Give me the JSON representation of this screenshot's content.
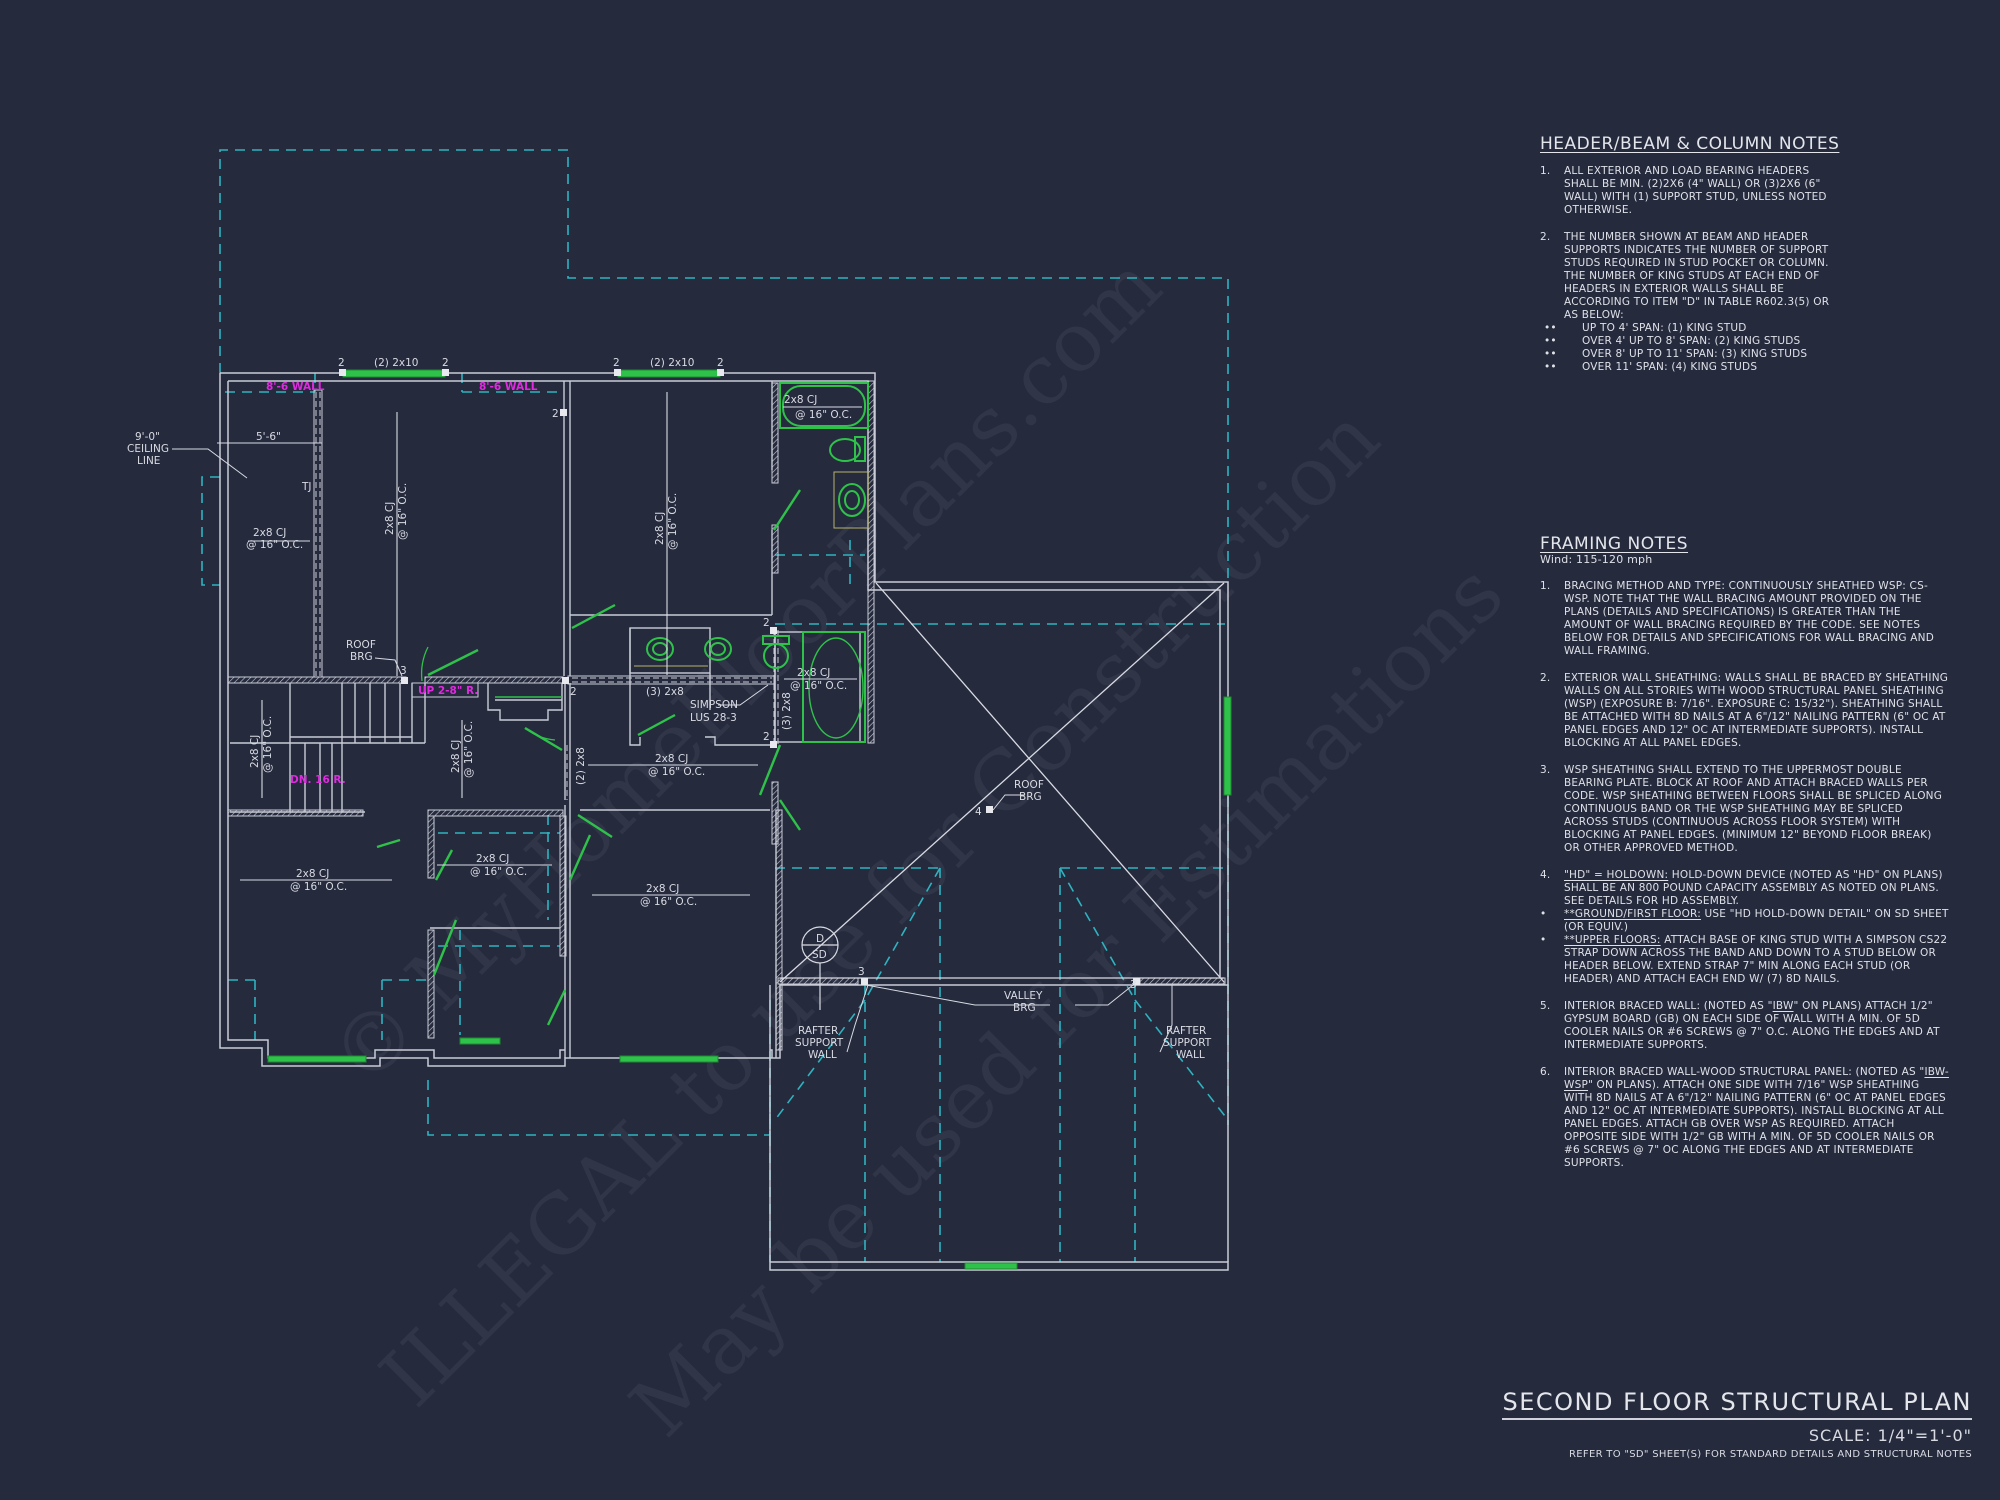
{
  "colors": {
    "background": "#252a3d",
    "wall": "#c9ccd6",
    "dashed_outline": "#2fb3c0",
    "window_door": "#2fc24a",
    "magenta_label": "#e02ae0",
    "text": "#dfe1e8"
  },
  "watermark": {
    "line1": "© MyHomeFloorPlans.com",
    "line2": "ILLEGAL to use for Construction",
    "line3": "May be used for Estimations"
  },
  "plan_labels": {
    "header_left": "(2) 2x10",
    "header_right": "(2) 2x10",
    "support_2": "2",
    "support_3": "3",
    "support_4": "4",
    "wall_label_left": "8'-6 WALL",
    "wall_label_right": "8'-6 WALL",
    "ceiling_line_1": "9'-0\"",
    "ceiling_line_2": "CEILING",
    "ceiling_line_3": "LINE",
    "dim_5_6": "5'-6\"",
    "tj": "TJ",
    "cj": "2x8 CJ",
    "oc": "@ 16\" O.C.",
    "roof_brg_1": "ROOF",
    "roof_brg_2": "BRG",
    "stair_up": "UP 2-8\" R.",
    "stair_dn": "DN. 16 R.",
    "beam_3_2x8": "(3) 2x8",
    "beam_2_2x8": "(2) 2x8",
    "simpson_1": "SIMPSON",
    "simpson_2": "LUS 28-3",
    "valley_1": "VALLEY",
    "valley_2": "BRG",
    "rafter_1": "RAFTER",
    "rafter_2": "SUPPORT",
    "rafter_3": "WALL",
    "detail_top": "D",
    "detail_bottom": "SD"
  },
  "header_notes": {
    "title": "HEADER/BEAM & COLUMN NOTES",
    "items": [
      {
        "num": "1.",
        "text": "ALL EXTERIOR AND LOAD BEARING HEADERS SHALL BE MIN. (2)2x6 (4\" WALL) OR (3)2x6 (6\" WALL) WITH (1) SUPPORT STUD, UNLESS NOTED OTHERWISE."
      },
      {
        "num": "2.",
        "text": "THE NUMBER SHOWN AT BEAM AND HEADER SUPPORTS INDICATES THE NUMBER OF SUPPORT STUDS REQUIRED IN STUD POCKET OR COLUMN. THE NUMBER OF KING STUDS AT EACH END OF HEADERS IN EXTERIOR WALLS SHALL BE ACCORDING TO ITEM \"d\" IN TABLE R602.3(5) OR AS BELOW:"
      }
    ],
    "bullets": [
      "UP TO 4' SPAN: (1) KING STUD",
      "OVER 4' UP TO 8' SPAN: (2) KING STUDS",
      "OVER 8' UP TO 11' SPAN: (3) KING STUDS",
      "OVER 11' SPAN: (4) KING STUDS"
    ]
  },
  "framing_notes": {
    "title": "FRAMING NOTES",
    "wind": "Wind: 115-120 mph",
    "item1": "BRACING METHOD AND TYPE: CONTINUOUSLY SHEATHED WSP: CS-WSP. NOTE THAT THE WALL BRACING AMOUNT PROVIDED ON THE PLANS (DETAILS AND SPECIFICATIONS) IS GREATER THAN THE AMOUNT OF WALL BRACING REQUIRED BY THE CODE. SEE NOTES BELOW FOR DETAILS AND SPECIFICATIONS FOR WALL BRACING AND WALL FRAMING.",
    "item2": "EXTERIOR WALL SHEATHING: WALLS SHALL BE BRACED BY SHEATHING WALLS ON ALL STORIES WITH WOOD STRUCTURAL PANEL SHEATHING (WSP) (EXPOSURE B: 7/16\". EXPOSURE C: 15/32\"). SHEATHING SHALL BE ATTACHED WITH 8d NAILS AT A 6\"/12\" NAILING PATTERN (6\" OC AT PANEL EDGES AND 12\" OC AT INTERMEDIATE SUPPORTS). INSTALL BLOCKING AT ALL PANEL EDGES.",
    "item3": "WSP SHEATHING SHALL EXTEND TO THE UPPERMOST DOUBLE BEARING PLATE. BLOCK AT ROOF AND ATTACH BRACED WALLS PER CODE. WSP SHEATHING BETWEEN FLOORS SHALL BE SPLICED ALONG CONTINUOUS BAND OR THE WSP SHEATHING MAY BE SPLICED ACROSS STUDS (CONTINUOUS ACROSS FLOOR SYSTEM) WITH BLOCKING AT PANEL EDGES. (MINIMUM 12\" BEYOND FLOOR BREAK) OR OTHER APPROVED METHOD.",
    "item4_label": "\"HD\" = HOLDOWN:",
    "item4": " HOLD-DOWN DEVICE (NOTED AS \"HD\" ON PLANS) SHALL BE AN 800 POUND CAPACITY ASSEMBLY AS NOTED ON PLANS. SEE DETAILS FOR HD ASSEMBLY.",
    "item4_b1_label": "**GROUND/FIRST FLOOR:",
    "item4_b1": "  USE \"HD HOLD-DOWN DETAIL\" ON SD SHEET (OR EQUIV.)",
    "item4_b2_label": "**UPPER FLOORS:",
    "item4_b2": " ATTACH BASE OF KING STUD WITH A SIMPSON CS22 STRAP DOWN ACROSS THE BAND AND DOWN TO A STUD BELOW OR HEADER BELOW.  EXTEND STRAP 7\" MIN ALONG EACH STUD (OR HEADER) AND ATTACH EACH END W/ (7) 8d NAILS.",
    "item5_a": "INTERIOR BRACED WALL: (NOTED AS \"",
    "item5_u": "IBW",
    "item5_b": "\" ON PLANS) ATTACH 1/2\" GYPSUM BOARD (GB) ON EACH SIDE OF WALL WITH A MIN. OF 5d COOLER NAILS OR #6 SCREWS @ 7\" O.C. ALONG THE EDGES AND AT INTERMEDIATE SUPPORTS.",
    "item6_a": "INTERIOR BRACED WALL-WOOD STRUCTURAL PANEL: (NOTED AS \"",
    "item6_u": "IBW-WSP",
    "item6_b": "\" ON PLANS). ATTACH ONE SIDE WITH 7/16\" WSP SHEATHING WITH 8d NAILS AT A 6\"/12\" NAILING PATTERN (6\" OC AT PANEL EDGES AND 12\" OC AT INTERMEDIATE SUPPORTS). INSTALL BLOCKING AT ALL PANEL EDGES. ATTACH GB OVER WSP AS REQUIRED. ATTACH OPPOSITE SIDE WITH 1/2\" GB WITH A MIN. OF 5d COOLER NAILS OR #6 SCREWS @ 7\" OC ALONG THE EDGES AND AT INTERMEDIATE SUPPORTS.",
    "nums": [
      "1.",
      "2.",
      "3.",
      "4.",
      "5.",
      "6."
    ]
  },
  "title_block": {
    "title": "SECOND FLOOR STRUCTURAL PLAN",
    "scale": "SCALE: 1/4\"=1'-0\"",
    "reference": "REFER TO \"SD\" SHEET(S) FOR STANDARD DETAILS AND STRUCTURAL NOTES"
  }
}
